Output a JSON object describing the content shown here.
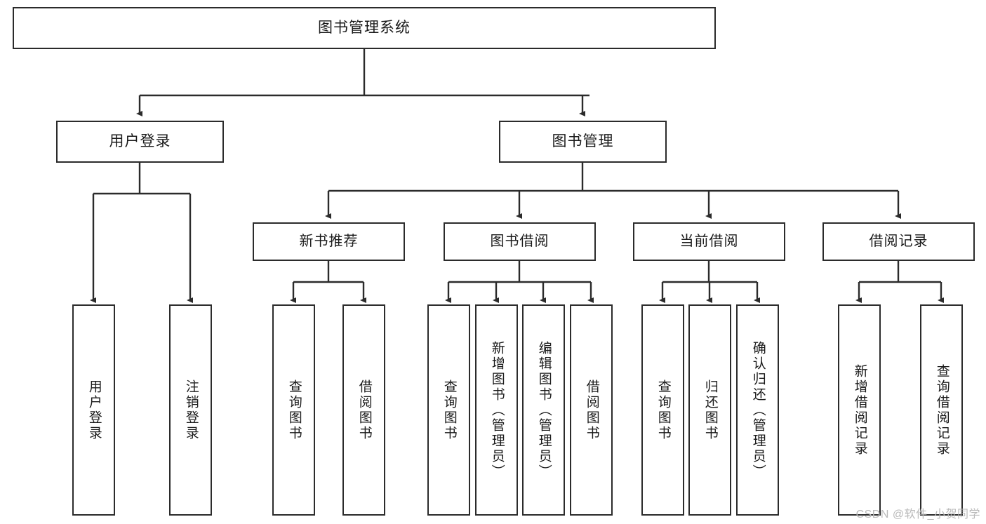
{
  "diagram": {
    "type": "tree-hierarchy-chart",
    "title": "图书管理系统",
    "orientation": "top-down",
    "colors": {
      "background": "#ffffff",
      "border": "#2b2b2b",
      "text": "#1a1a1a",
      "edge": "#2b2b2b",
      "watermark": "#b9b9b9"
    },
    "root": {
      "label": "图书管理系统"
    },
    "level2": [
      {
        "id": "user-login",
        "label": "用户登录"
      },
      {
        "id": "book-management",
        "label": "图书管理"
      }
    ],
    "level3": [
      {
        "id": "new-book-recommend",
        "label": "新书推荐"
      },
      {
        "id": "book-borrow",
        "label": "图书借阅"
      },
      {
        "id": "current-borrow",
        "label": "当前借阅"
      },
      {
        "id": "borrow-record",
        "label": "借阅记录"
      }
    ],
    "leaves": {
      "user_login": [
        {
          "id": "leaf-user-login",
          "label": "用户登录"
        },
        {
          "id": "leaf-logout-login",
          "label": "注销登录"
        }
      ],
      "new_book_recommend": [
        {
          "id": "leaf-query-book-1",
          "label": "查询图书"
        },
        {
          "id": "leaf-borrow-book-1",
          "label": "借阅图书"
        }
      ],
      "book_borrow": [
        {
          "id": "leaf-query-book-2",
          "label": "查询图书"
        },
        {
          "id": "leaf-add-book-admin",
          "label": "新增图书（管理员）"
        },
        {
          "id": "leaf-edit-book-admin",
          "label": "编辑图书（管理员）"
        },
        {
          "id": "leaf-borrow-book-2",
          "label": "借阅图书"
        }
      ],
      "current_borrow": [
        {
          "id": "leaf-query-book-3",
          "label": "查询图书"
        },
        {
          "id": "leaf-return-book",
          "label": "归还图书"
        },
        {
          "id": "leaf-confirm-return-admin",
          "label": "确认归还（管理员）"
        }
      ],
      "borrow_record": [
        {
          "id": "leaf-add-borrow-record",
          "label": "新增借阅记录"
        },
        {
          "id": "leaf-query-borrow-record",
          "label": "查询借阅记录"
        }
      ]
    }
  },
  "watermark": {
    "text": "CSDN @软件_小贺同学"
  }
}
